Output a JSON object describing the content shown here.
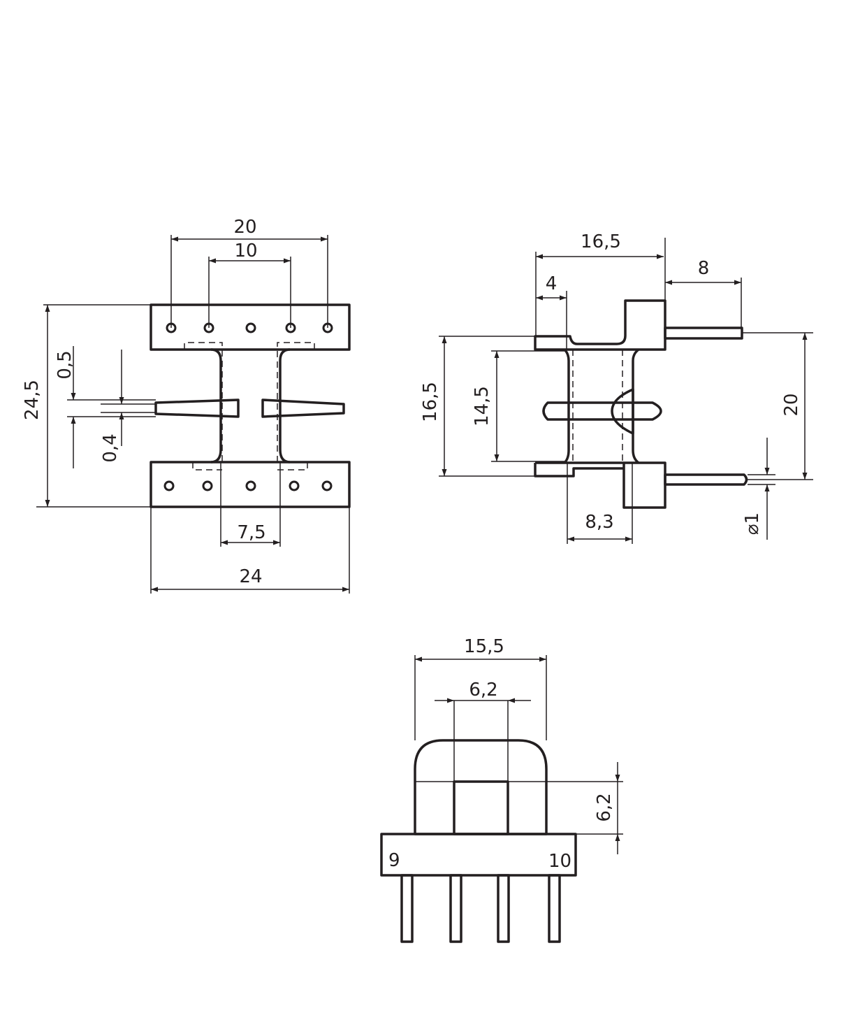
{
  "top_view": {
    "dim_20": "20",
    "dim_10": "10",
    "dim_24_5": "24,5",
    "dim_0_5": "0,5",
    "dim_0_4": "0,4",
    "dim_7_5": "7,5",
    "dim_24": "24"
  },
  "side_view": {
    "dim_16_5_top": "16,5",
    "dim_8": "8",
    "dim_4": "4",
    "dim_16_5_left": "16,5",
    "dim_14_5": "14,5",
    "dim_20": "20",
    "dim_8_3": "8,3",
    "dim_dia_1": "⌀1"
  },
  "front_view": {
    "dim_15_5": "15,5",
    "dim_6_2_top": "6,2",
    "dim_6_2_right": "6,2",
    "pin_label_left": "9",
    "pin_label_right": "10"
  }
}
